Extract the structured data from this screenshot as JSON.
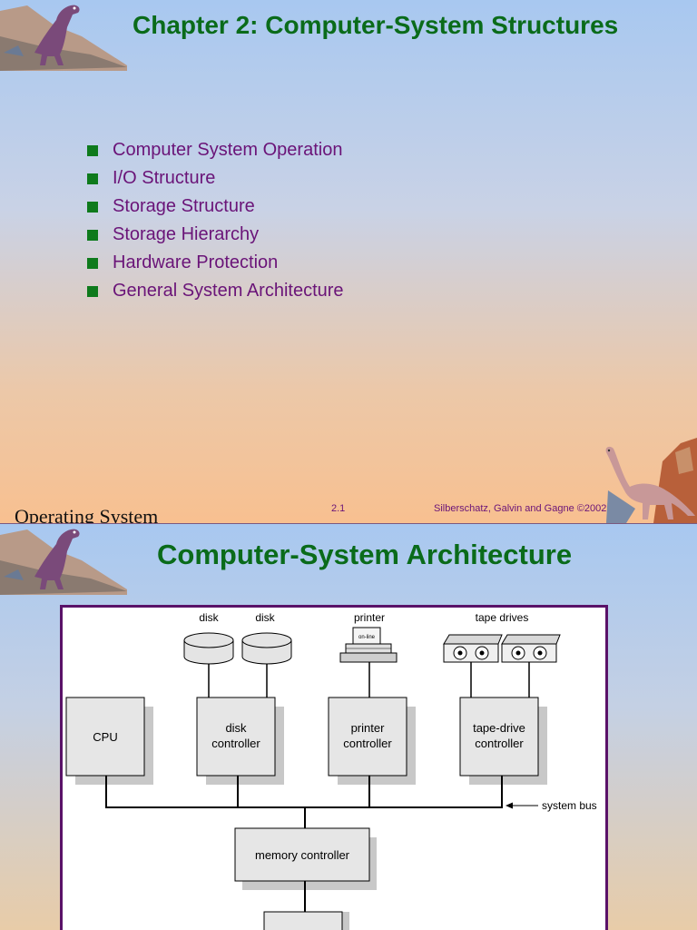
{
  "slide1": {
    "title": "Chapter 2:  Computer-System Structures",
    "bullets": [
      "Computer System Operation",
      "I/O Structure",
      "Storage Structure",
      "Storage Hierarchy",
      "Hardware Protection",
      "General System Architecture"
    ],
    "footer_left": "Operating System",
    "page": "2.1",
    "copyright": "Silberschatz, Galvin and  Gagne ©2002"
  },
  "slide2": {
    "title": "Computer-System Architecture",
    "diagram": {
      "device_labels": [
        "disk",
        "disk",
        "printer",
        "tape drives"
      ],
      "printer_panel": "on-line",
      "boxes": {
        "cpu": "CPU",
        "disk_controller": [
          "disk",
          "controller"
        ],
        "printer_controller": [
          "printer",
          "controller"
        ],
        "tape_controller": [
          "tape-drive",
          "controller"
        ],
        "memory_controller": "memory controller"
      },
      "bus_label": "system bus"
    }
  },
  "colors": {
    "title": "#0a6b1a",
    "bullet_square": "#0e7a1c",
    "bullet_text": "#6a1478",
    "diagram_border": "#5a1268"
  }
}
